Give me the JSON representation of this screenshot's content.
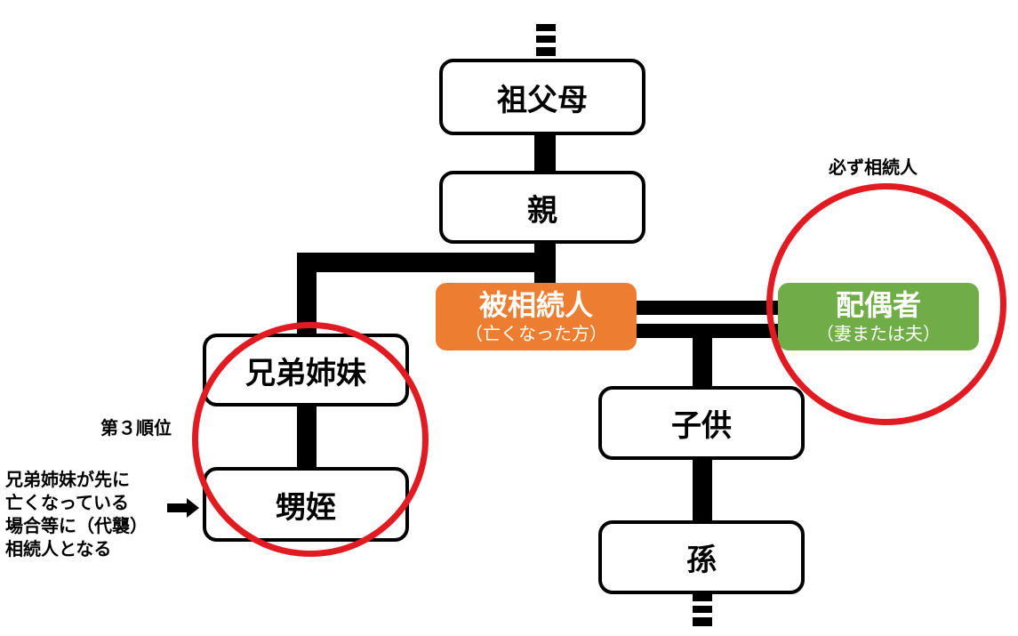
{
  "colors": {
    "decedent": "#ed7d31",
    "spouse": "#70ad47",
    "circle": "#e01b22",
    "line": "#000000"
  },
  "nodes": {
    "grandparents": "祖父母",
    "parents": "親",
    "decedent": "被相続人",
    "decedent_sub": "（亡くなった方）",
    "spouse": "配偶者",
    "spouse_sub": "（妻または夫）",
    "siblings": "兄弟姉妹",
    "nephews": "甥姪",
    "children": "子供",
    "grandchildren": "孫"
  },
  "notes": {
    "spouse_always": "必ず相続人",
    "third_rank": "第３順位",
    "substitution": [
      "兄弟姉妹が先に",
      "亡くなっている",
      "場合等に（代襲）",
      "相続人となる"
    ]
  }
}
